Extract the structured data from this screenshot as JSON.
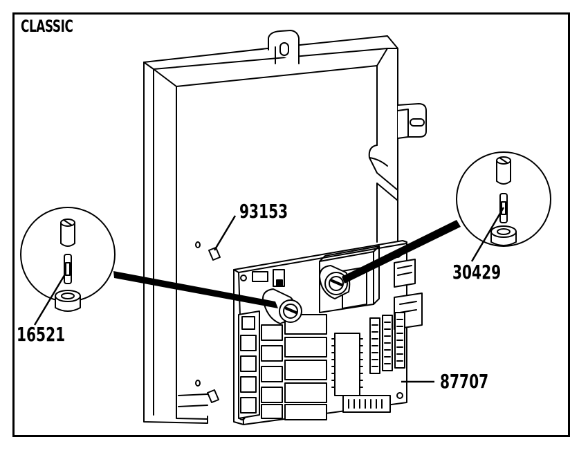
{
  "title": "CLASSIC",
  "callouts": {
    "fastener": "93153",
    "fuse_left": "16521",
    "fuse_right": "30429",
    "board": "87707"
  }
}
